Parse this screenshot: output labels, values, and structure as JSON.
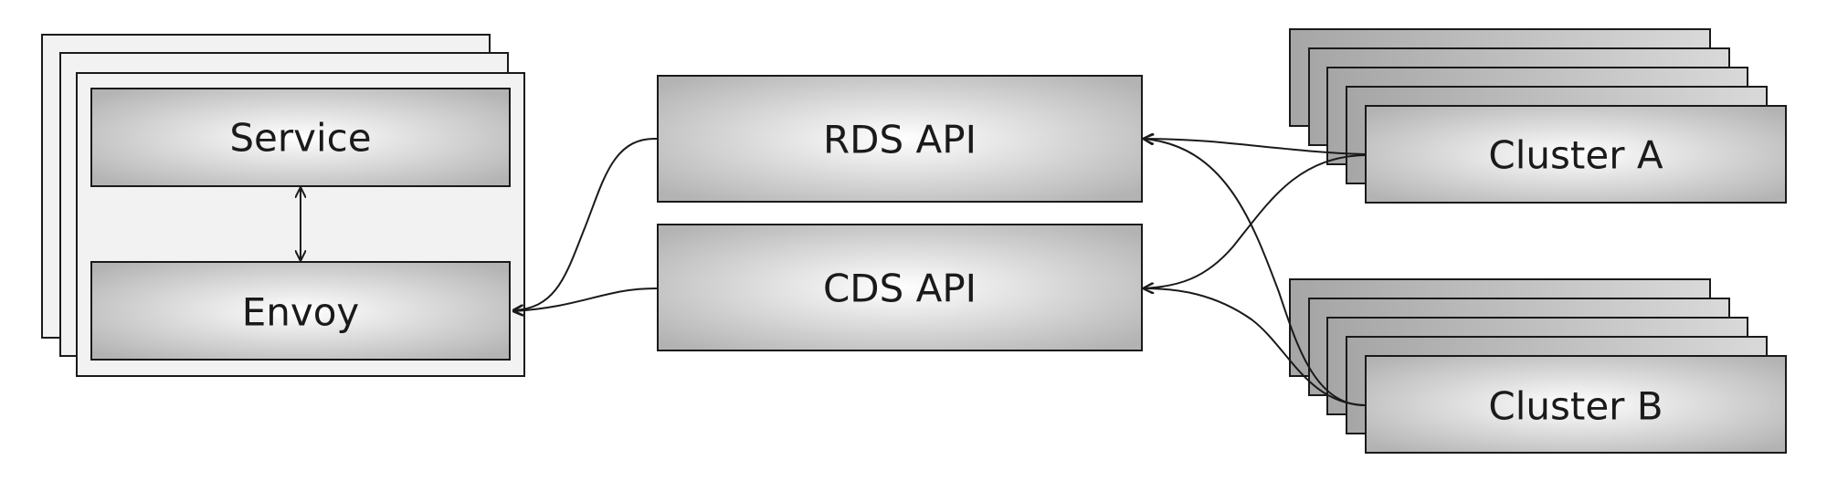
{
  "nodes": {
    "service": "Service",
    "envoy": "Envoy",
    "rds_api": "RDS API",
    "cds_api": "CDS API",
    "cluster_a": "Cluster A",
    "cluster_b": "Cluster B"
  },
  "colors": {
    "stroke": "#1a1a1a",
    "panel_fill": "#f2f2f2",
    "box_gradient_center": "#ffffff",
    "box_gradient_edge": "#b3b3b3",
    "text": "#1a1a1a"
  }
}
